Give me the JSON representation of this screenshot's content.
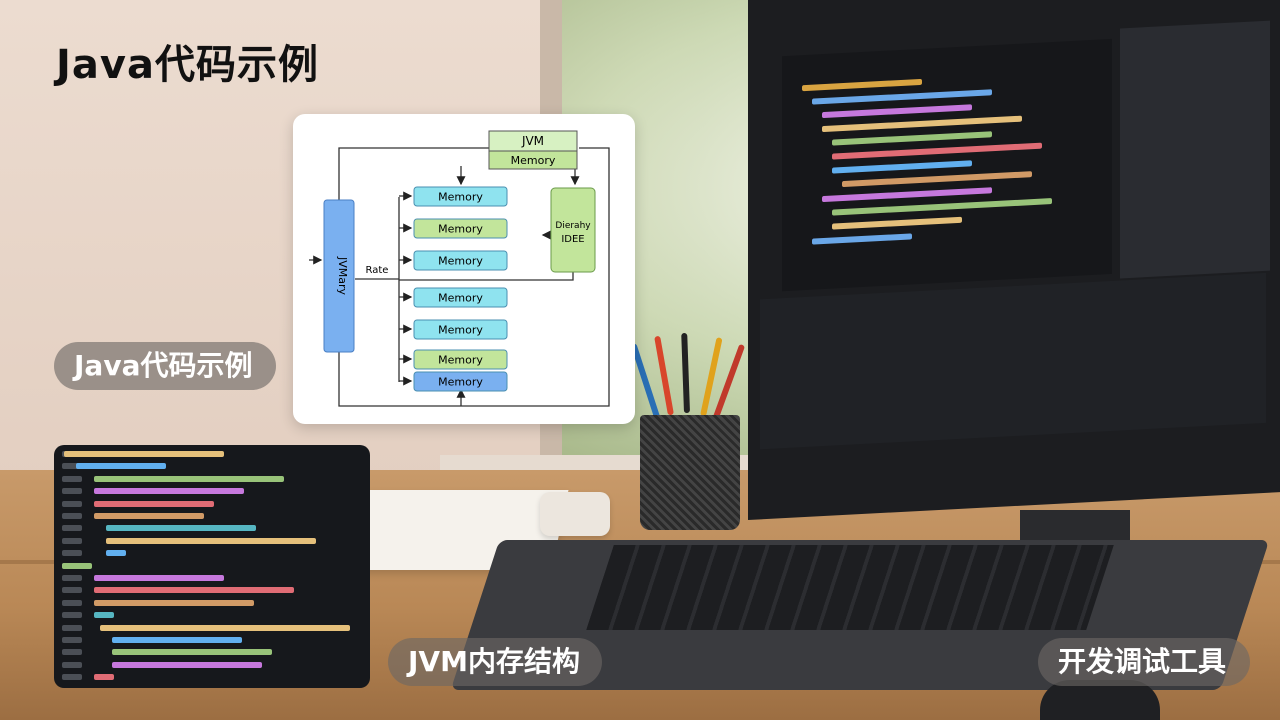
{
  "header": {
    "title": "Java代码示例"
  },
  "labels": {
    "code_sample": "Java代码示例",
    "jvm_memory": "JVM内存结构",
    "dev_tools": "开发调试工具"
  },
  "diagram": {
    "top_box": {
      "line1": "JVM",
      "line2": "Memory"
    },
    "left_box": "JVMary",
    "arrow_label": "Rate",
    "right_box": {
      "line1": "Dierahy",
      "line2": "IDEE"
    },
    "boxes": [
      "Memory",
      "Memory",
      "Memory",
      "Memory",
      "Memory",
      "Memory",
      "Memory"
    ],
    "box_colors": [
      "#8fe3ef",
      "#c2e59b",
      "#8fe3ef",
      "#8fe3ef",
      "#8fe3ef",
      "#c2e59b",
      "#7ab0f0"
    ]
  },
  "colors": {
    "card_bg": "#ffffff",
    "pill_bg": "#6c6864",
    "title": "#111111",
    "code_bg": "#16181c"
  }
}
